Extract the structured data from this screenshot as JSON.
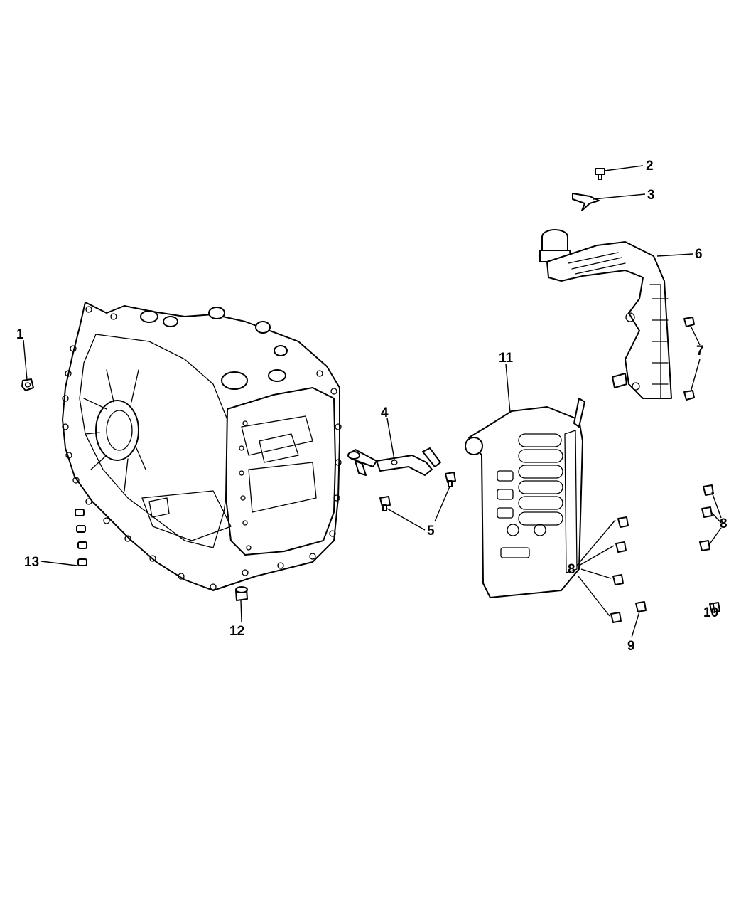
{
  "diagram": {
    "colors": {
      "ink": "#000000",
      "paper": "#ffffff"
    },
    "callouts": [
      {
        "id": "c1",
        "label": "1"
      },
      {
        "id": "c2",
        "label": "2"
      },
      {
        "id": "c3",
        "label": "3"
      },
      {
        "id": "c4",
        "label": "4"
      },
      {
        "id": "c5",
        "label": "5"
      },
      {
        "id": "c6",
        "label": "6"
      },
      {
        "id": "c7",
        "label": "7"
      },
      {
        "id": "c8a",
        "label": "8"
      },
      {
        "id": "c8b",
        "label": "8"
      },
      {
        "id": "c9",
        "label": "9"
      },
      {
        "id": "c10",
        "label": "10"
      },
      {
        "id": "c11",
        "label": "11"
      },
      {
        "id": "c12",
        "label": "12"
      },
      {
        "id": "c13",
        "label": "13"
      }
    ]
  }
}
